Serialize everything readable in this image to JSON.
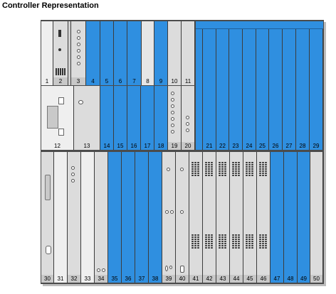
{
  "title": "Controller Representation",
  "row1": [
    "1",
    "2",
    "3",
    "4",
    "5",
    "6",
    "7",
    "8",
    "9",
    "10",
    "11"
  ],
  "row2": [
    "12",
    "13",
    "14",
    "15",
    "16",
    "17",
    "18",
    "19",
    "20"
  ],
  "row2_right": [
    "21",
    "22",
    "23",
    "24",
    "25",
    "26",
    "27",
    "28",
    "29"
  ],
  "row3": [
    "30",
    "31",
    "32",
    "33",
    "34",
    "35",
    "36",
    "37",
    "38",
    "39",
    "40",
    "41",
    "42",
    "43",
    "44",
    "45",
    "46",
    "47",
    "48",
    "49",
    "50"
  ],
  "colors": {
    "slot_blue": "#2f8fe0",
    "chassis": "#4b4b4b",
    "slot_gray": "#dcdcdc"
  }
}
